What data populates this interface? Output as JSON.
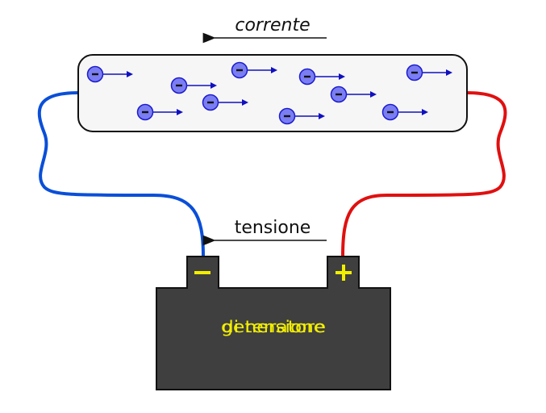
{
  "labels": {
    "current": "corrente",
    "voltage": "tensione",
    "battery_line1": "generatore",
    "battery_line2": "di tensione",
    "negative_terminal": "−",
    "positive_terminal": "+",
    "electron_sign": "−"
  },
  "colors": {
    "negative_wire": "#0a4fd8",
    "positive_wire": "#e01010",
    "conductor_fill": "#f6f6f6",
    "battery_fill": "#3f3f3f",
    "terminal_text": "#f2ee00",
    "electron_fill": "#7b7ef2",
    "electron_stroke": "#1c1ccc",
    "electron_arrow": "#1010c0"
  },
  "electrons": [
    {
      "id": 1
    },
    {
      "id": 2
    },
    {
      "id": 3
    },
    {
      "id": 4
    },
    {
      "id": 5
    },
    {
      "id": 6
    },
    {
      "id": 7
    },
    {
      "id": 8
    },
    {
      "id": 9
    },
    {
      "id": 10
    }
  ],
  "electron_drift_direction": "right",
  "current_direction": "left",
  "voltage_direction": "left"
}
